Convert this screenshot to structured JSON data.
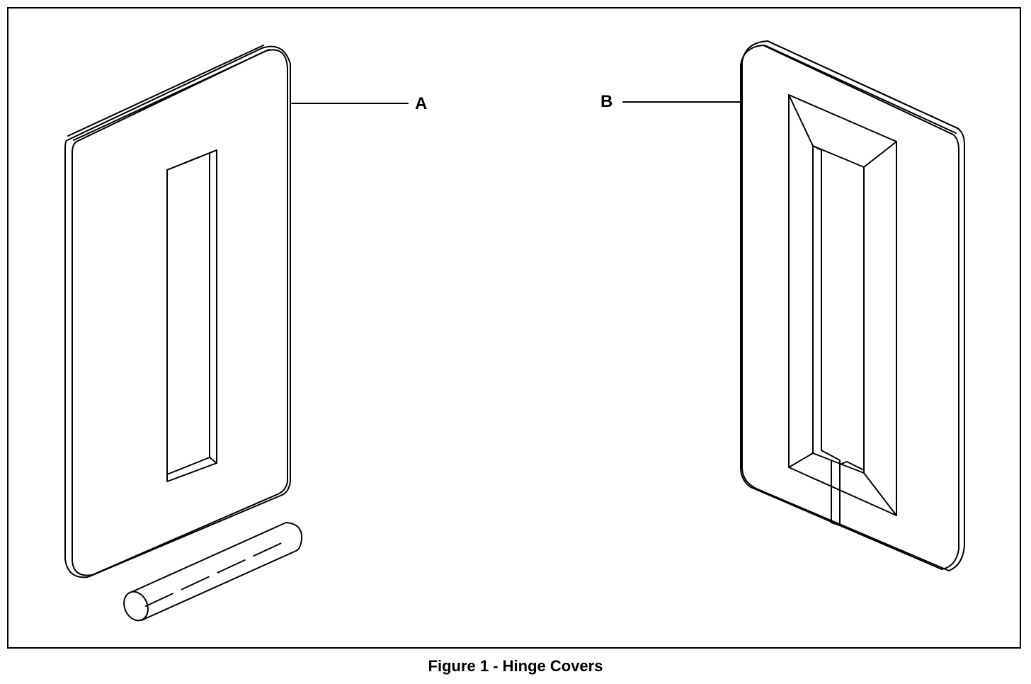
{
  "figure": {
    "caption": "Figure 1 - Hinge Covers",
    "callouts": [
      {
        "id": "A",
        "label": "A"
      },
      {
        "id": "B",
        "label": "B"
      }
    ],
    "colors": {
      "line": "#000000",
      "background": "#ffffff"
    }
  }
}
